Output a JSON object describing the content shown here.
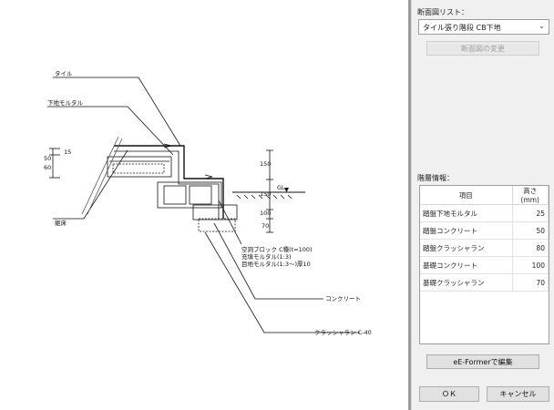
{
  "drawing": {
    "labels": {
      "tile": "タイル",
      "base_mortar": "下地モルタル",
      "floor_slab": "躯床",
      "block_line1": "空洞ブロック C種(t=100)",
      "block_line2": "充填モルタル(1:3)",
      "block_line3": "目地モルタル(1:3〜)厚10",
      "concrete": "コンクリート",
      "crushed": "クラッシャラン C-40",
      "gl": "GL",
      "dim_15": "15",
      "dim_60": "60",
      "dim_50": "50",
      "dim_150a": "150",
      "dim_150b": "150",
      "dim_100": "100",
      "dim_70": "70"
    }
  },
  "panel": {
    "section_list_label": "断面図リスト：",
    "section_selected": "タイル張り階段 CB下地",
    "change_button": "断面図の変更",
    "layer_info_label": "階層情報：",
    "table": {
      "headers": [
        "項目",
        "高さ(mm)"
      ],
      "rows": [
        {
          "item": "踏盤下地モルタル",
          "height": "25"
        },
        {
          "item": "踏盤コンクリート",
          "height": "50"
        },
        {
          "item": "踏盤クラッシャラン",
          "height": "80"
        },
        {
          "item": "基礎コンクリート",
          "height": "100"
        },
        {
          "item": "基礎クラッシャラン",
          "height": "70"
        }
      ]
    },
    "edit_button": "eE-Formerで編集",
    "ok_button": "ＯＫ",
    "cancel_button": "キャンセル"
  }
}
